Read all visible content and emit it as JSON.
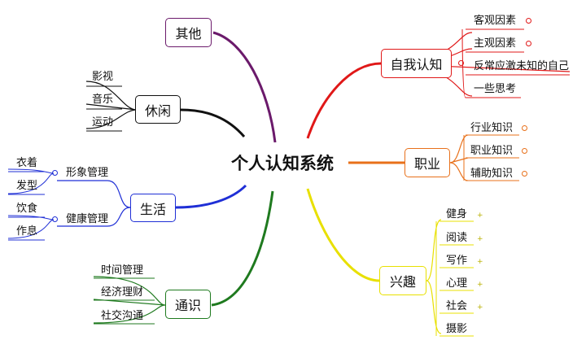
{
  "center": {
    "label": "个人认知系统"
  },
  "branches": {
    "qita": {
      "label": "其他"
    },
    "xiuxian": {
      "label": "休闲",
      "items": [
        "影视",
        "音乐",
        "运动"
      ]
    },
    "shenghuo": {
      "label": "生活",
      "subgroups": [
        {
          "label": "形象管理",
          "items": [
            "衣着",
            "发型"
          ]
        },
        {
          "label": "健康管理",
          "items": [
            "饮食",
            "作息"
          ]
        }
      ]
    },
    "tongshi": {
      "label": "通识",
      "items": [
        "时间管理",
        "经济理财",
        "社交沟通"
      ]
    },
    "ziwo": {
      "label": "自我认知",
      "items": [
        "客观因素",
        "主观因素",
        "反常应激未知的自己",
        "一些思考"
      ]
    },
    "zhiye": {
      "label": "职业",
      "items": [
        "行业知识",
        "职业知识",
        "辅助知识"
      ]
    },
    "xingqu": {
      "label": "兴趣",
      "items": [
        "健身",
        "阅读",
        "写作",
        "心理",
        "社会",
        "摄影"
      ]
    }
  },
  "colors": {
    "qita": "#6b1a6b",
    "xiuxian": "#111111",
    "shenghuo": "#1f2fd6",
    "tongshi": "#1f7a1f",
    "ziwo": "#e01818",
    "zhiye": "#e8701a",
    "xingqu": "#e8e000"
  }
}
